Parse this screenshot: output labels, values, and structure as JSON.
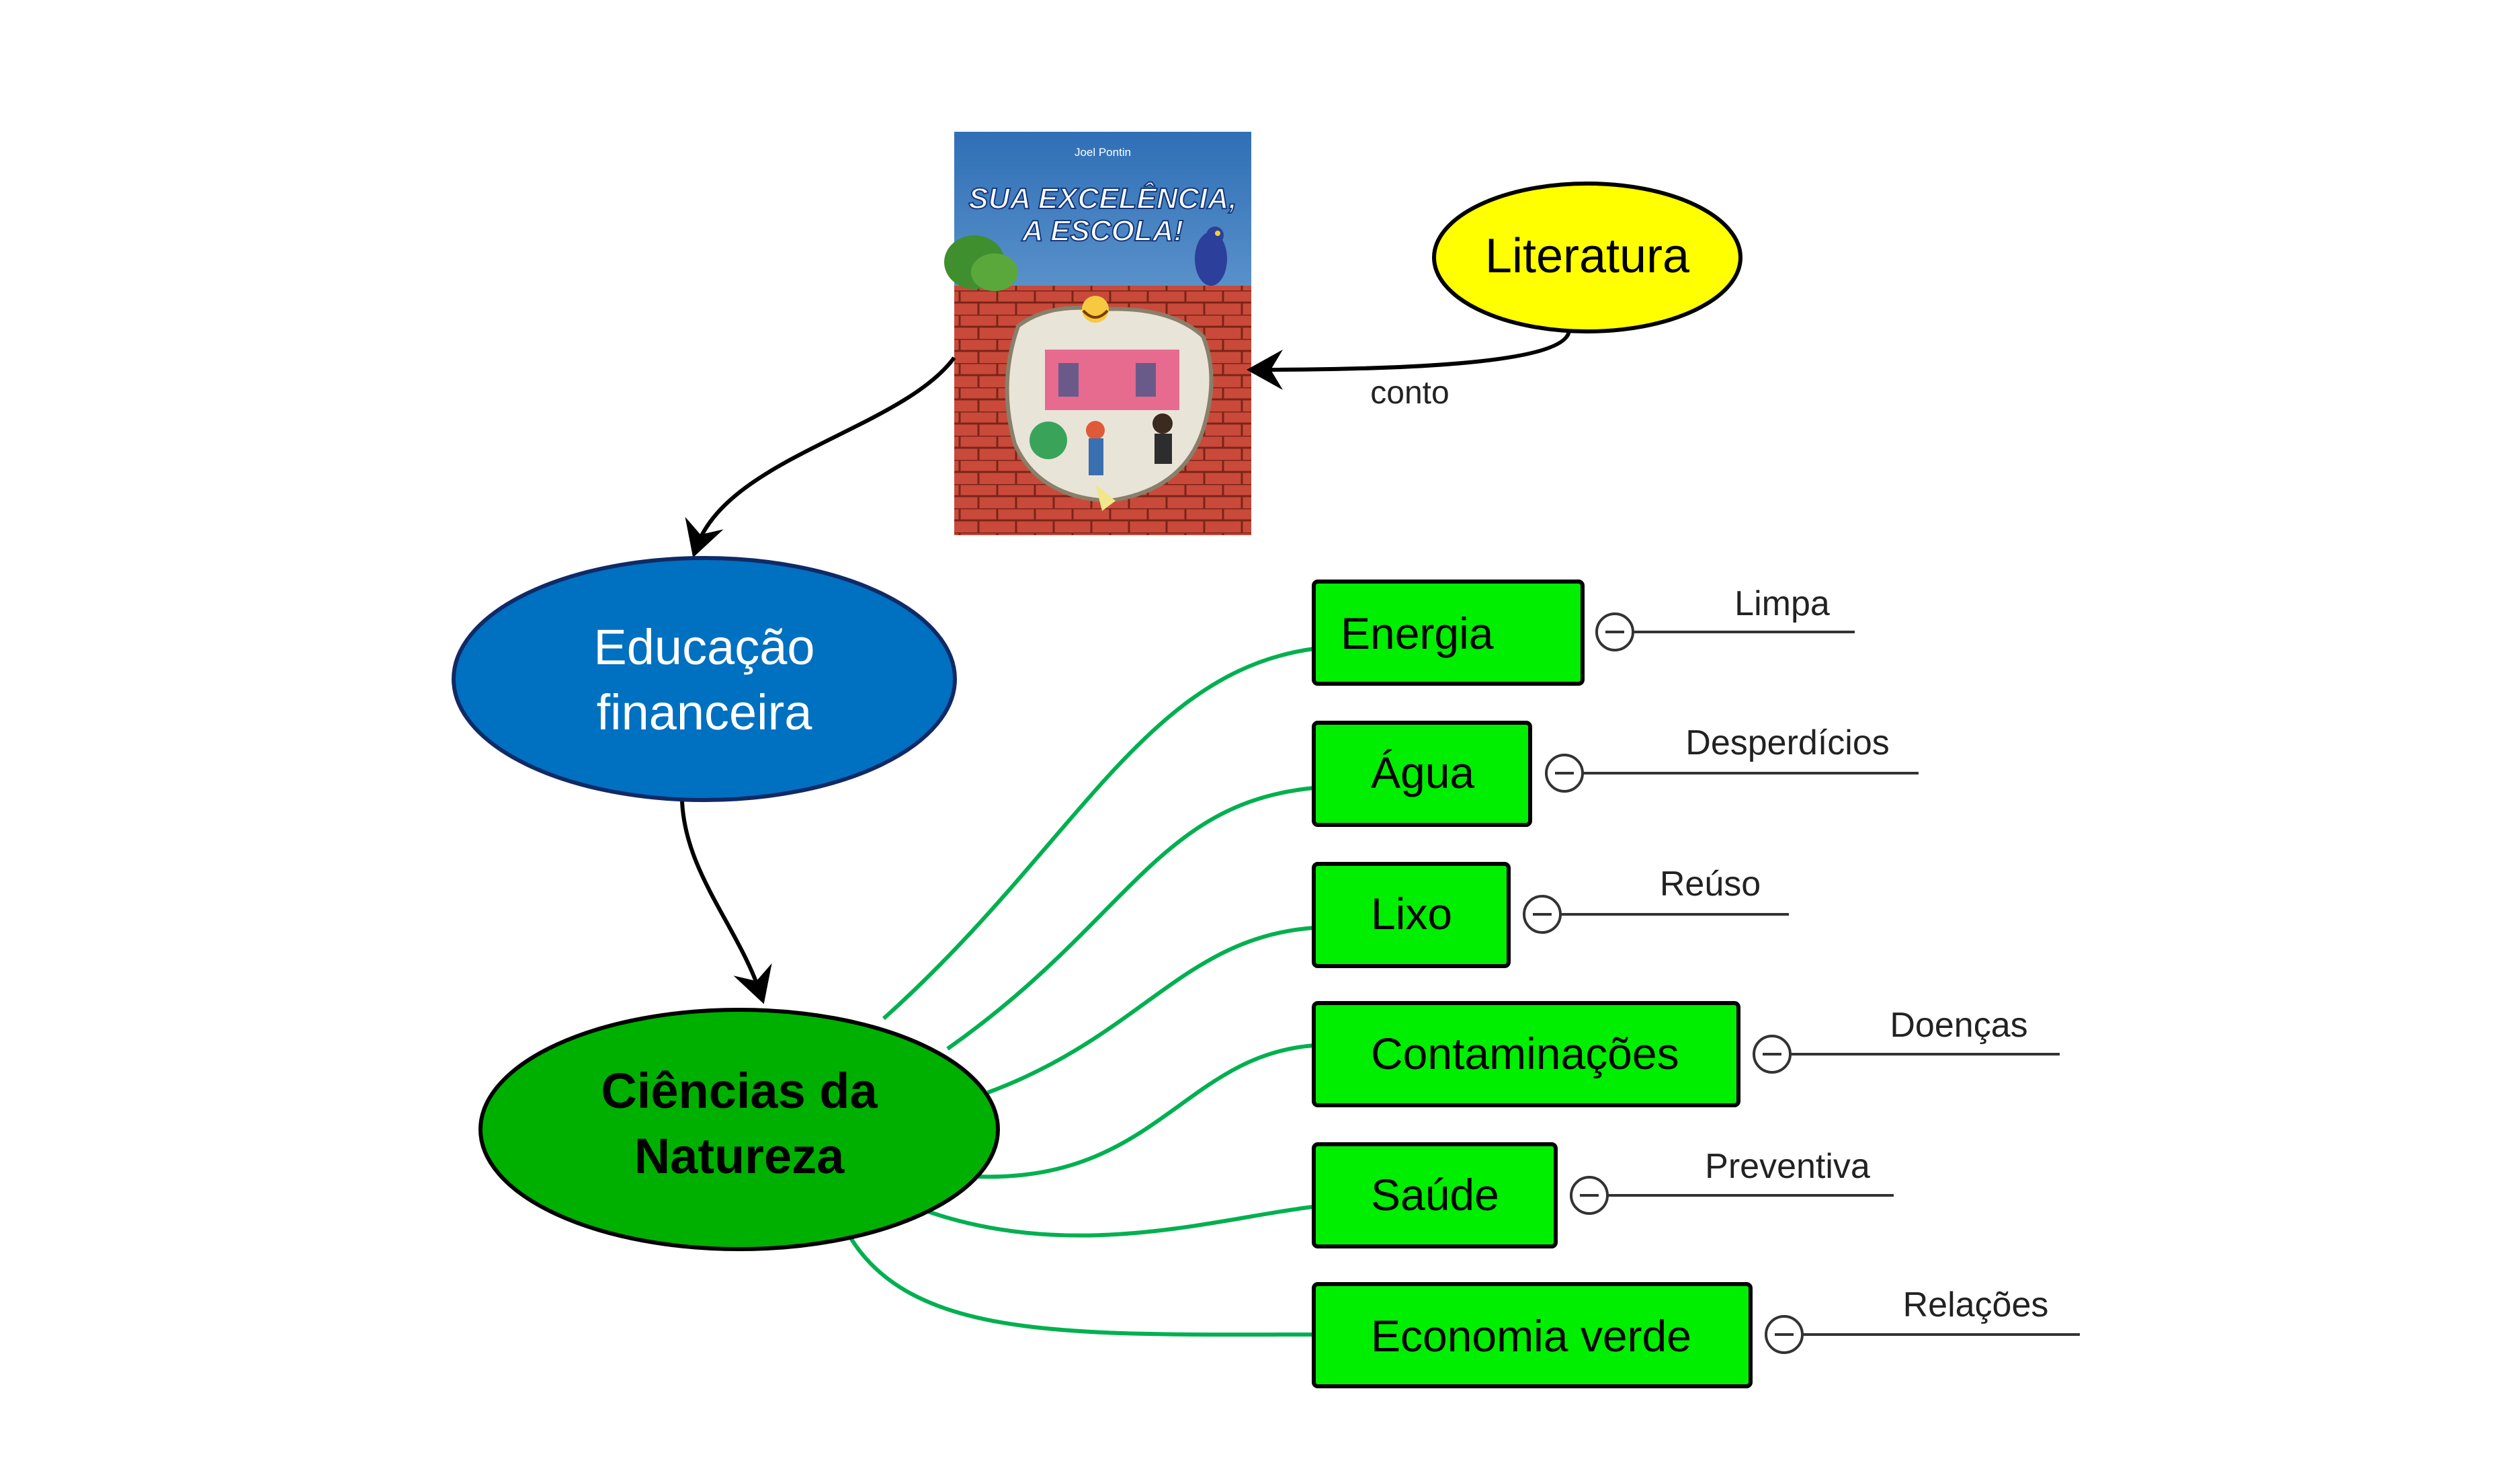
{
  "book": {
    "author": "Joel Pontin",
    "title_line1": "SUA EXCELÊNCIA,",
    "title_line2": "A ESCOLA!"
  },
  "nodes": {
    "literatura": "Literatura",
    "educacao_line1": "Educação",
    "educacao_line2": "financeira",
    "ciencias_line1": "Ciências da",
    "ciencias_line2": "Natureza"
  },
  "edge_labels": {
    "conto": "conto"
  },
  "topics": [
    {
      "label": "Energia",
      "sub": "Limpa"
    },
    {
      "label": "Água",
      "sub": "Desperdícios"
    },
    {
      "label": "Lixo",
      "sub": "Reúso"
    },
    {
      "label": "Contaminações",
      "sub": "Doenças"
    },
    {
      "label": "Saúde",
      "sub": "Preventiva"
    },
    {
      "label": "Economia verde",
      "sub": "Relações"
    }
  ],
  "colors": {
    "literatura_fill": "#ffff00",
    "educacao_fill": "#0070c0",
    "ciencias_fill": "#00b000",
    "topic_fill": "#00ee00",
    "connector": "#00b050",
    "brick": "#c0392b",
    "sky": "#3b7fc4"
  },
  "icons": {
    "collapse": "minus-circle-icon"
  }
}
